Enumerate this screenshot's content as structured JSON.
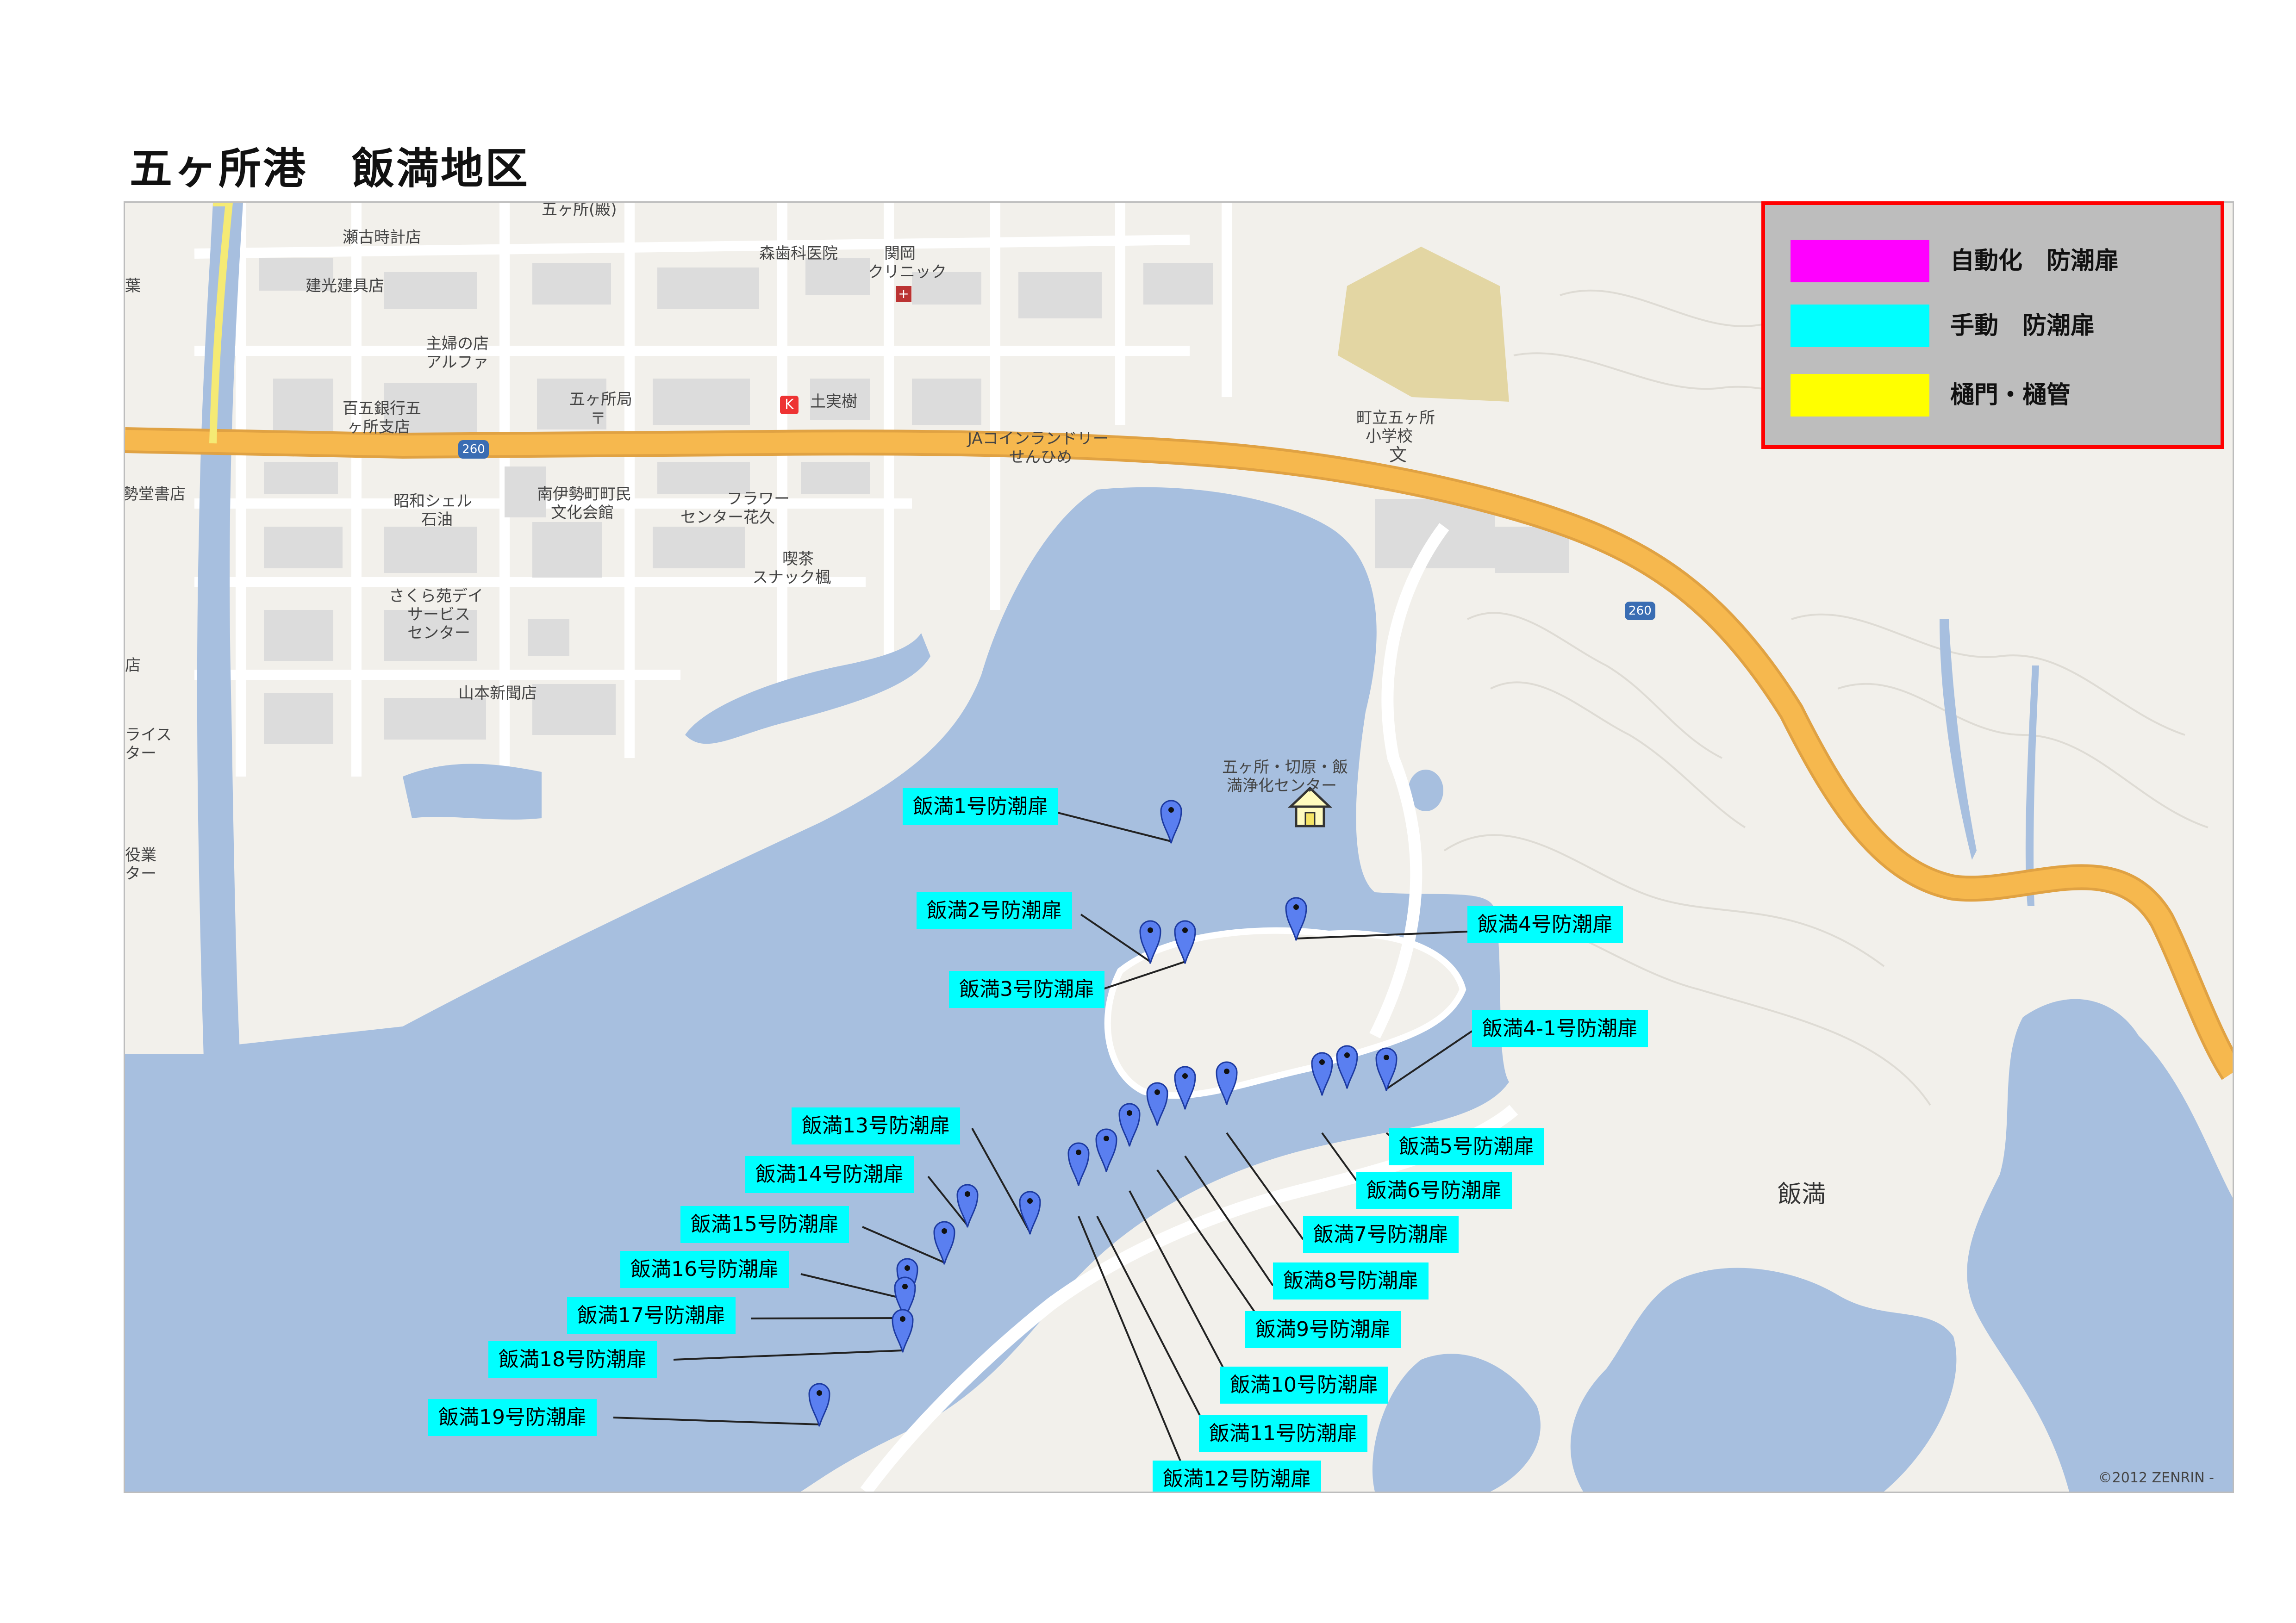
{
  "title": "五ヶ所港　飯満地区",
  "legend": {
    "items": [
      {
        "label": "自動化　防潮扉",
        "color": "#ff00ff"
      },
      {
        "label": "手動　防潮扉",
        "color": "#00ffff"
      },
      {
        "label": "樋門・樋管",
        "color": "#ffff00"
      }
    ],
    "border_color": "#ff0000",
    "background": "#bdbdbd"
  },
  "map": {
    "area_name": "飯満",
    "copyright": "©2012 ZENRIN -",
    "route_number": "260",
    "water_color": "#a7bfdf",
    "road_color": "#f6b84e",
    "place_labels": [
      "五ヶ所(殿)",
      "瀬古時計店",
      "森歯科医院",
      "関岡",
      "クリニック",
      "建光建具店",
      "主婦の店",
      "アルファ",
      "五ヶ所局",
      "土実樹",
      "百五銀行五",
      "ヶ所支店",
      "JAコインランドリー",
      "せんひめ",
      "町立五ヶ所",
      "小学校",
      "昭和シェル",
      "石油",
      "南伊勢町町民",
      "文化会館",
      "フラワー",
      "センター花久",
      "喫茶",
      "スナック楓",
      "さくら苑デイ",
      "サービス",
      "センター",
      "山本新聞店",
      "五ヶ所・切原・飯",
      "満浄化センター",
      "勢堂書店",
      "ライス",
      "ター",
      "役業",
      "ター",
      "葉",
      "店"
    ]
  },
  "gates": [
    {
      "label": "飯満1号防潮扉",
      "type": "manual"
    },
    {
      "label": "飯満2号防潮扉",
      "type": "manual"
    },
    {
      "label": "飯満3号防潮扉",
      "type": "manual"
    },
    {
      "label": "飯満4号防潮扉",
      "type": "manual"
    },
    {
      "label": "飯満4-1号防潮扉",
      "type": "manual"
    },
    {
      "label": "飯満5号防潮扉",
      "type": "manual"
    },
    {
      "label": "飯満6号防潮扉",
      "type": "manual"
    },
    {
      "label": "飯満7号防潮扉",
      "type": "manual"
    },
    {
      "label": "飯満8号防潮扉",
      "type": "manual"
    },
    {
      "label": "飯満9号防潮扉",
      "type": "manual"
    },
    {
      "label": "飯満10号防潮扉",
      "type": "manual"
    },
    {
      "label": "飯満11号防潮扉",
      "type": "manual"
    },
    {
      "label": "飯満12号防潮扉",
      "type": "manual"
    },
    {
      "label": "飯満13号防潮扉",
      "type": "manual"
    },
    {
      "label": "飯満14号防潮扉",
      "type": "manual"
    },
    {
      "label": "飯満15号防潮扉",
      "type": "manual"
    },
    {
      "label": "飯満16号防潮扉",
      "type": "manual"
    },
    {
      "label": "飯満17号防潮扉",
      "type": "manual"
    },
    {
      "label": "飯満18号防潮扉",
      "type": "manual"
    },
    {
      "label": "飯満19号防潮扉",
      "type": "manual"
    }
  ],
  "icons": {
    "pin": "map-pin-icon",
    "sewage_plant": "house-icon",
    "school": "school-icon",
    "post_office": "post-office-icon",
    "clinic": "hospital-icon",
    "convenience_store": "store-icon"
  }
}
